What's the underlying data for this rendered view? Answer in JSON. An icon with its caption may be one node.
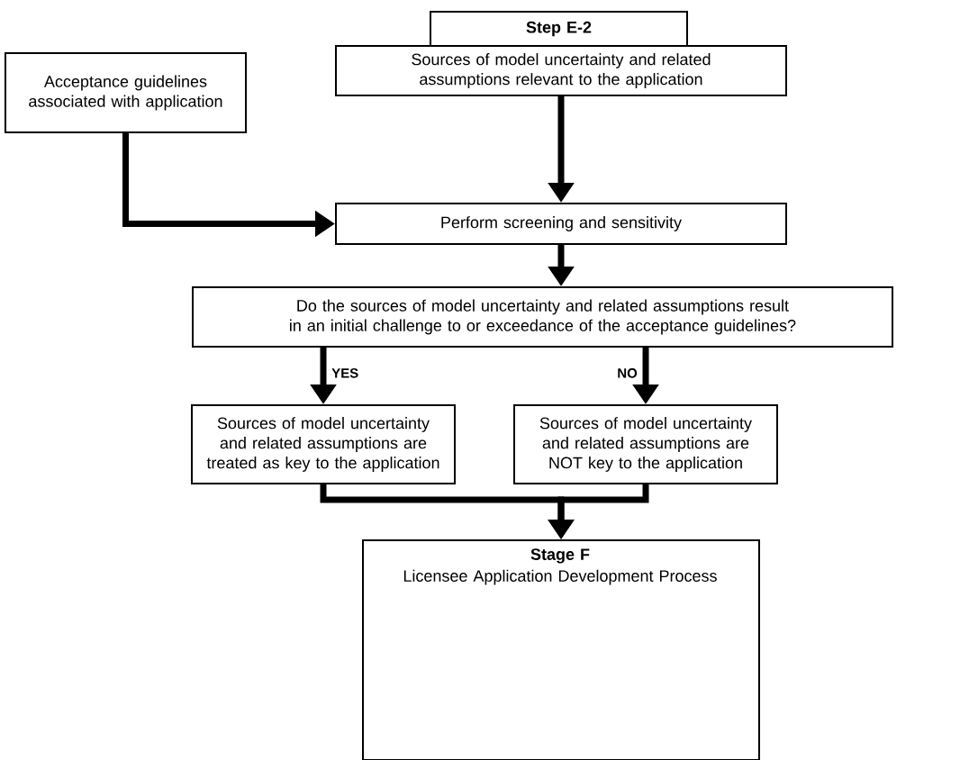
{
  "diagram": {
    "nodes": [
      {
        "text": [
          "**Step E-2**"
        ]
      },
      {
        "text": [
          "Sources of model uncertainty and related assumptions relevant to the application"
        ]
      },
      {
        "text": [
          "Acceptance guidelines associated with application"
        ]
      },
      {
        "text": [
          "Perform screening and sensitivity"
        ]
      },
      {
        "text": [
          "Do the sources of model uncertainty and related assumptions result in an initial challenge to or exceedance of the acceptance guidelines?"
        ]
      },
      {
        "text": [
          "Sources of model uncertainty and related assumptions are treated as key to the application"
        ]
      },
      {
        "text": [
          "Sources of model uncertainty and related assumptions are NOT key to the application"
        ]
      },
      {
        "text": [
          "**Stage F**",
          "Licensee Application Development Process"
        ]
      }
    ],
    "edges": [
      {
        "from": 1,
        "to": 3,
        "arrow": "to"
      },
      {
        "from": 2,
        "to": 3,
        "arrow": "to"
      },
      {
        "from": 3,
        "to": 4,
        "arrow": "to"
      },
      {
        "from": 4,
        "to": 5,
        "arrow": "to",
        "label": "YES"
      },
      {
        "from": 4,
        "to": 6,
        "arrow": "to",
        "label": "NO"
      },
      {
        "from": 5,
        "to": 7,
        "arrow": "to"
      },
      {
        "from": 6,
        "to": 7,
        "arrow": "to"
      }
    ]
  }
}
